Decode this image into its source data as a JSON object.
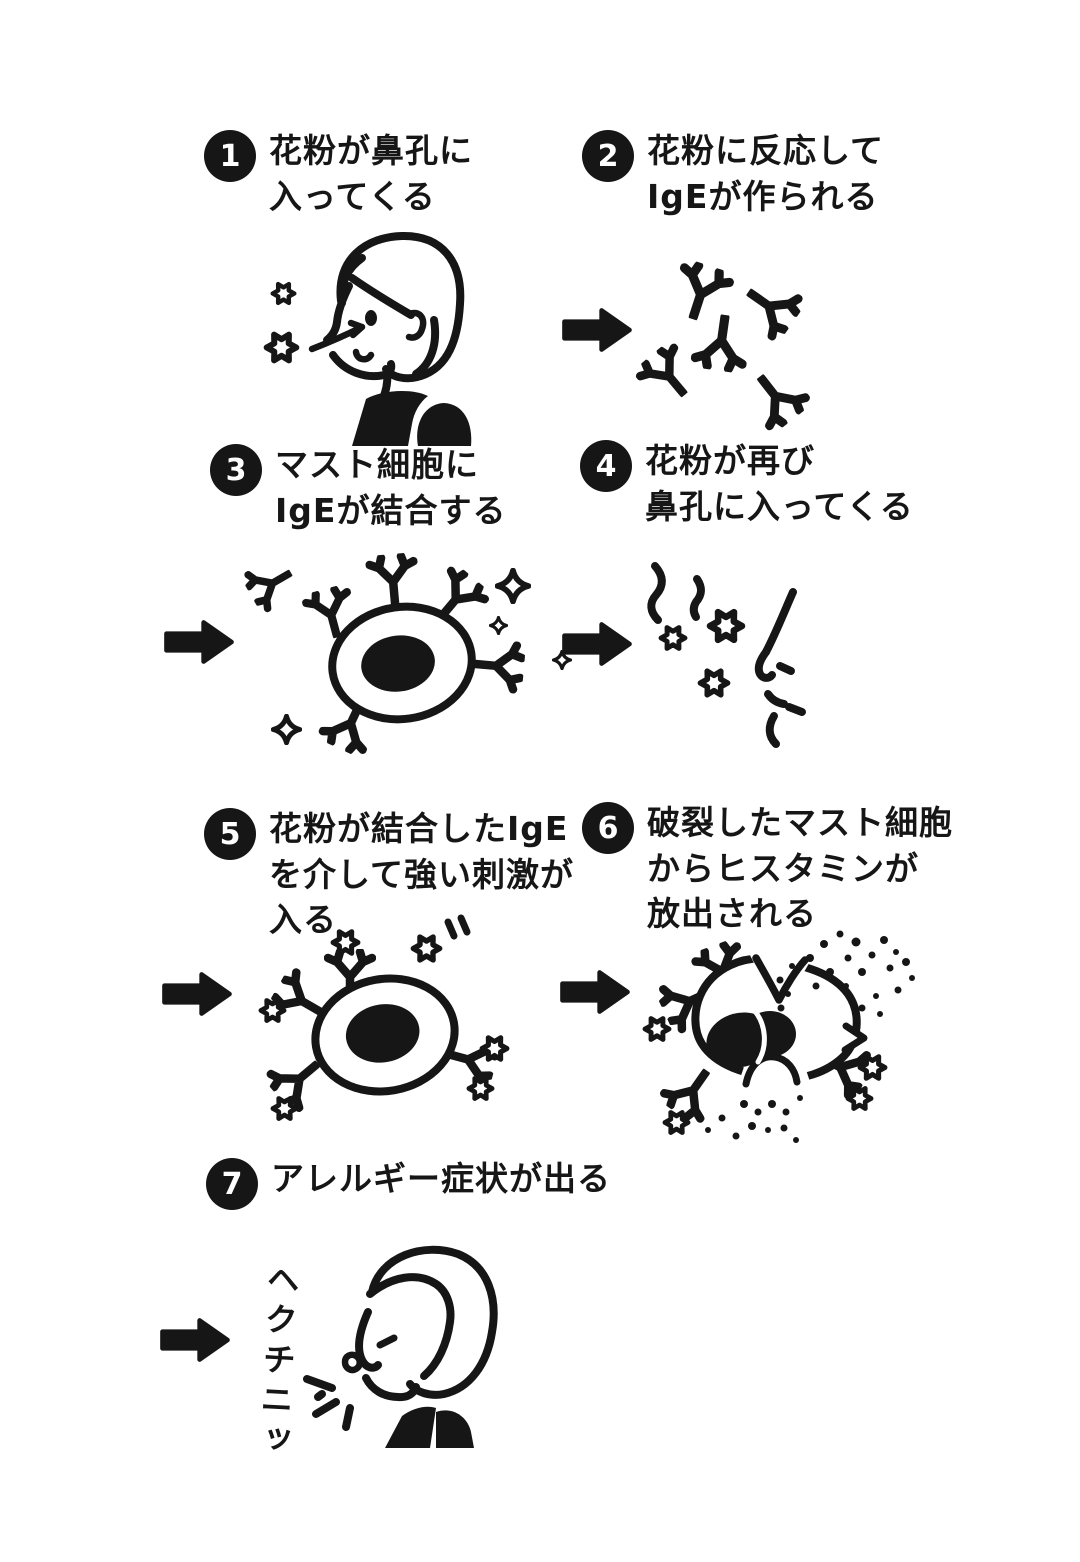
{
  "colors": {
    "ink": "#161616",
    "paper": "#ffffff"
  },
  "steps": [
    {
      "number": "1",
      "lines": [
        "花粉が鼻孔に",
        "入ってくる"
      ]
    },
    {
      "number": "2",
      "lines": [
        "花粉に反応して",
        "IgEが作られる"
      ]
    },
    {
      "number": "3",
      "lines": [
        "マスト細胞に",
        "IgEが結合する"
      ]
    },
    {
      "number": "4",
      "lines": [
        "花粉が再び",
        "鼻孔に入ってくる"
      ]
    },
    {
      "number": "5",
      "lines": [
        "花粉が結合したIgE",
        "を介して強い刺激が",
        "入る"
      ]
    },
    {
      "number": "6",
      "lines": [
        "破裂したマスト細胞",
        "からヒスタミンが",
        "放出される"
      ]
    },
    {
      "number": "7",
      "lines": [
        "アレルギー症状が出る"
      ]
    }
  ],
  "sneeze": {
    "sfx": "ヘクチニッ"
  },
  "icons": {
    "arrow-icon": "➡",
    "pollen-icon": "✽",
    "ige-antibody-icon": "Y",
    "sparkle-icon": "✦",
    "mast-cell-icon": "◯ cell with ● nucleus",
    "histamine-dots-icon": "⋯ scattered specks"
  }
}
